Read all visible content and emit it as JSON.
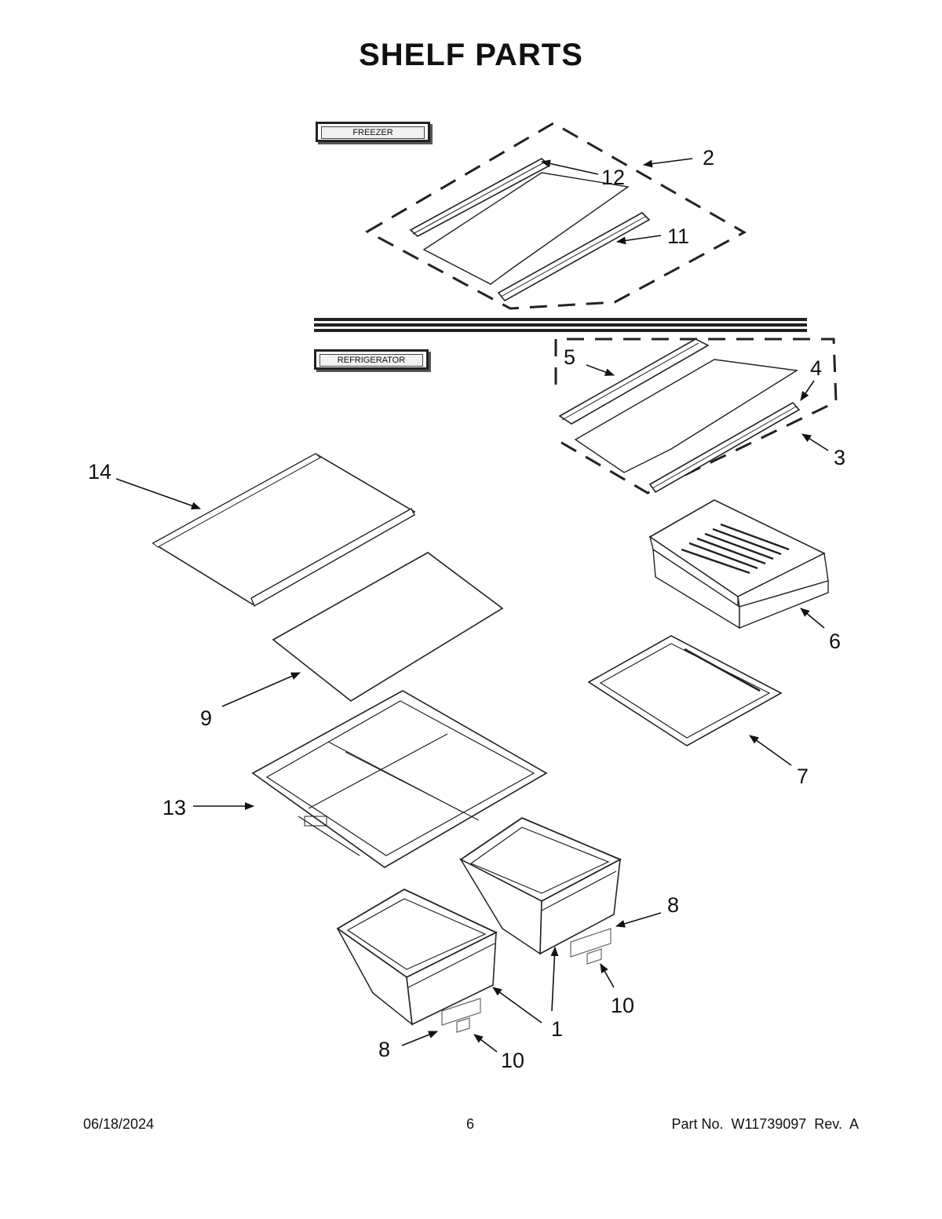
{
  "title": "SHELF PARTS",
  "sections": {
    "freezer": "FREEZER",
    "refrigerator": "REFRIGERATOR"
  },
  "callouts": [
    "1",
    "1",
    "2",
    "3",
    "4",
    "5",
    "6",
    "7",
    "8",
    "8",
    "9",
    "10",
    "10",
    "11",
    "12",
    "13",
    "14"
  ],
  "footer": {
    "date": "06/18/2024",
    "page": "6",
    "part_no": "Part No.  W11739097  Rev.  A"
  }
}
